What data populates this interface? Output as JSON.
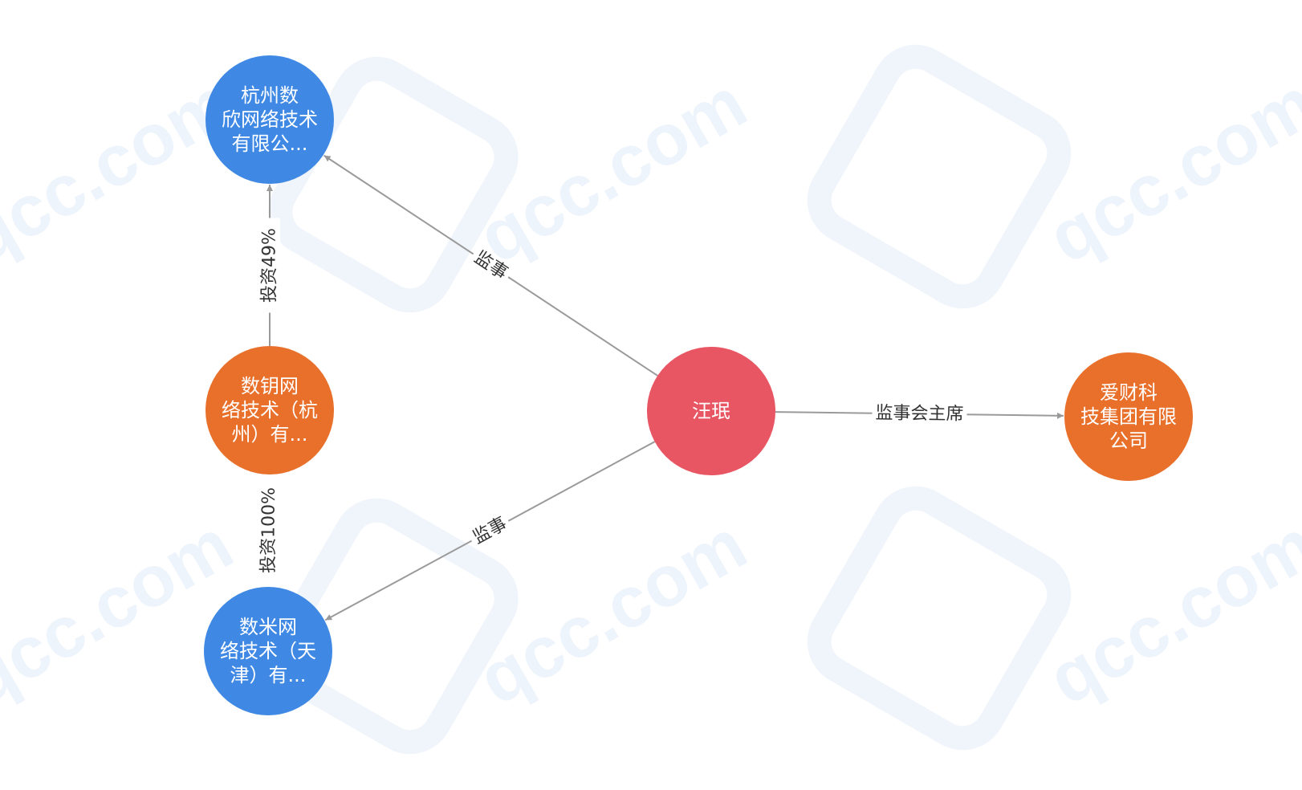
{
  "colors": {
    "person": "#e85563",
    "company_blue": "#3f89e5",
    "company_orange": "#e8702b",
    "edge": "#9a9a9a"
  },
  "watermark": "qcc.com",
  "nodes": {
    "hangzhou_shuxin": {
      "lines": [
        "杭州数",
        "欣网络技术",
        "有限公..."
      ],
      "type": "company"
    },
    "shuyao": {
      "lines": [
        "数钥网",
        "络技术（杭",
        "州）有..."
      ],
      "type": "company"
    },
    "shumi": {
      "lines": [
        "数米网",
        "络技术（天",
        "津）有..."
      ],
      "type": "company"
    },
    "wang_min": {
      "lines": [
        "汪珉"
      ],
      "type": "person"
    },
    "aicai": {
      "lines": [
        "爱财科",
        "技集团有限",
        "公司"
      ],
      "type": "company"
    }
  },
  "edges": {
    "shuyao_to_shuxin": "投资49%",
    "shuyao_to_shumi": "投资100%",
    "wang_to_shuxin": "监事",
    "wang_to_shumi": "监事",
    "wang_to_aicai": "监事会主席"
  }
}
